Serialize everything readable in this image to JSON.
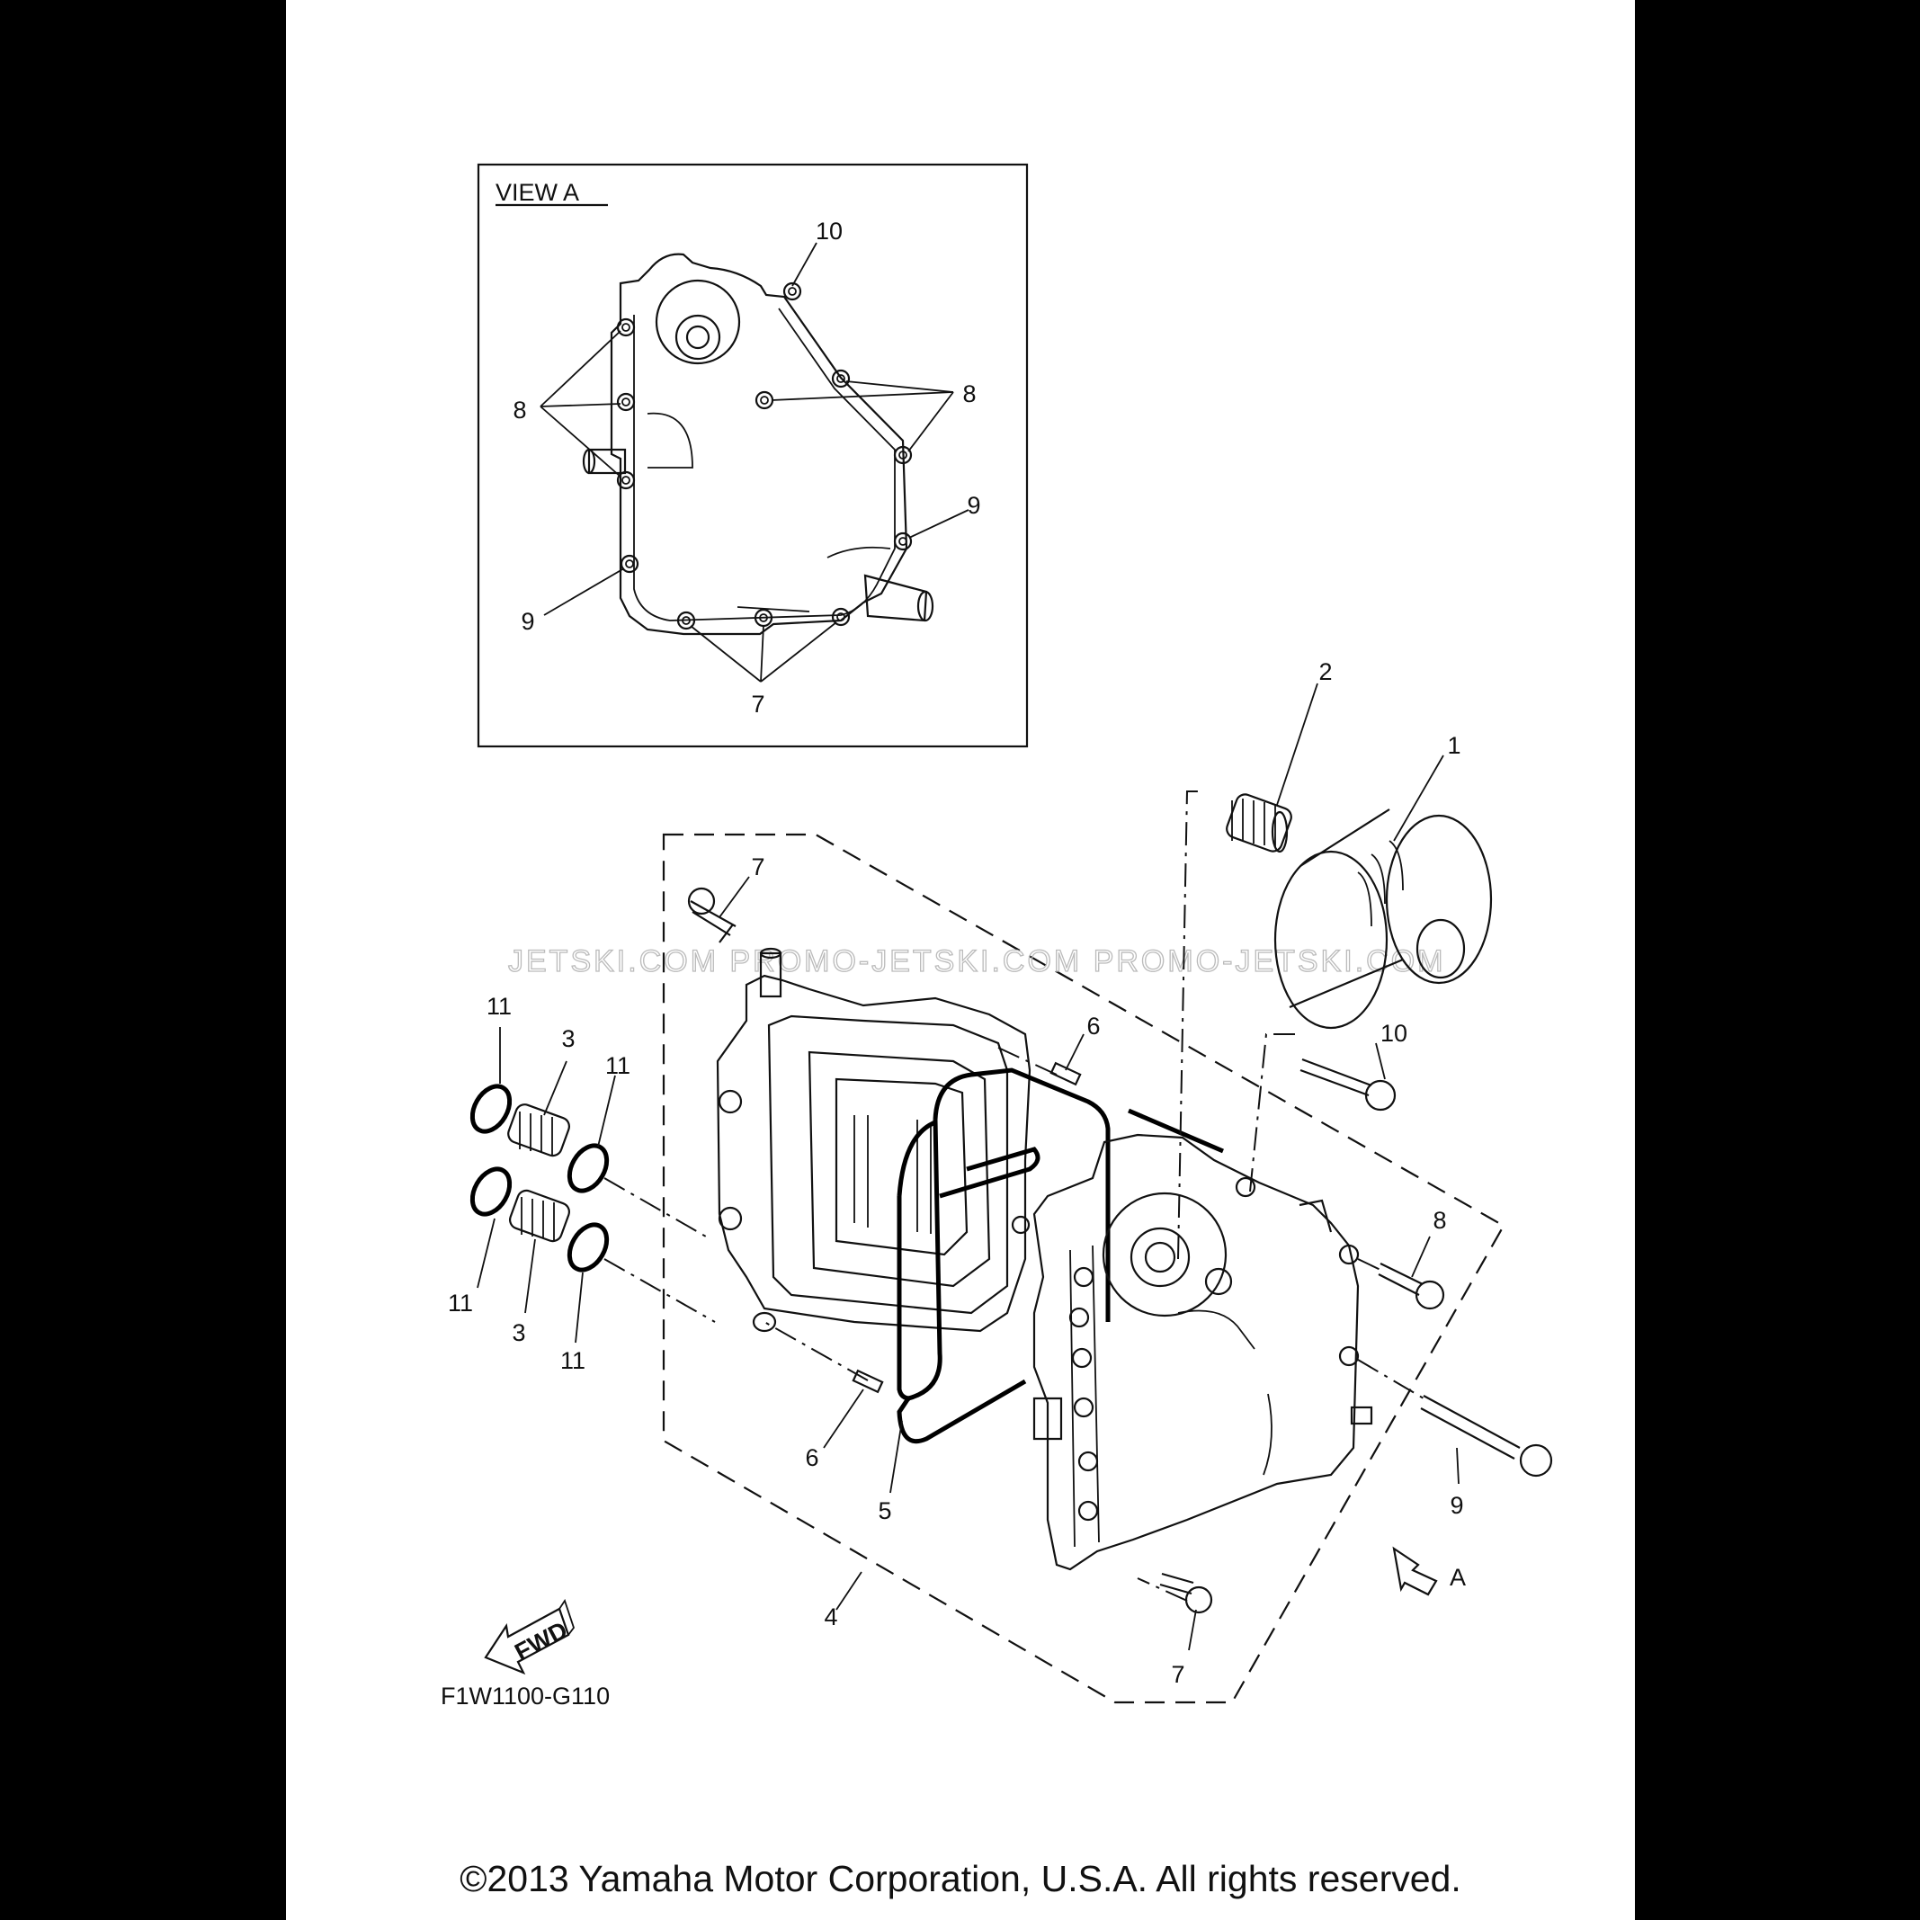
{
  "view_label": "VIEW A",
  "diagram_code": "F1W1100-G110",
  "fwd_label": "FWD",
  "view_arrow_label": "A",
  "watermark": "JETSKI.COM   PROMO-JETSKI.COM   PROMO-JETSKI.COM",
  "copyright": "©2013 Yamaha Motor Corporation, U.S.A. All rights reserved.",
  "inset_callouts": {
    "c10": "10",
    "c8_left": "8",
    "c8_right": "8",
    "c9_right": "9",
    "c9_left": "9",
    "c7": "7"
  },
  "part_callouts": {
    "p1": "1",
    "p2": "2",
    "p3_top": "3",
    "p3_bottom": "3",
    "p4": "4",
    "p5": "5",
    "p6_top": "6",
    "p6_bottom": "6",
    "p7_top": "7",
    "p7_bottom": "7",
    "p8": "8",
    "p9": "9",
    "p10": "10",
    "p11_a": "11",
    "p11_b": "11",
    "p11_c": "11",
    "p11_d": "11"
  }
}
